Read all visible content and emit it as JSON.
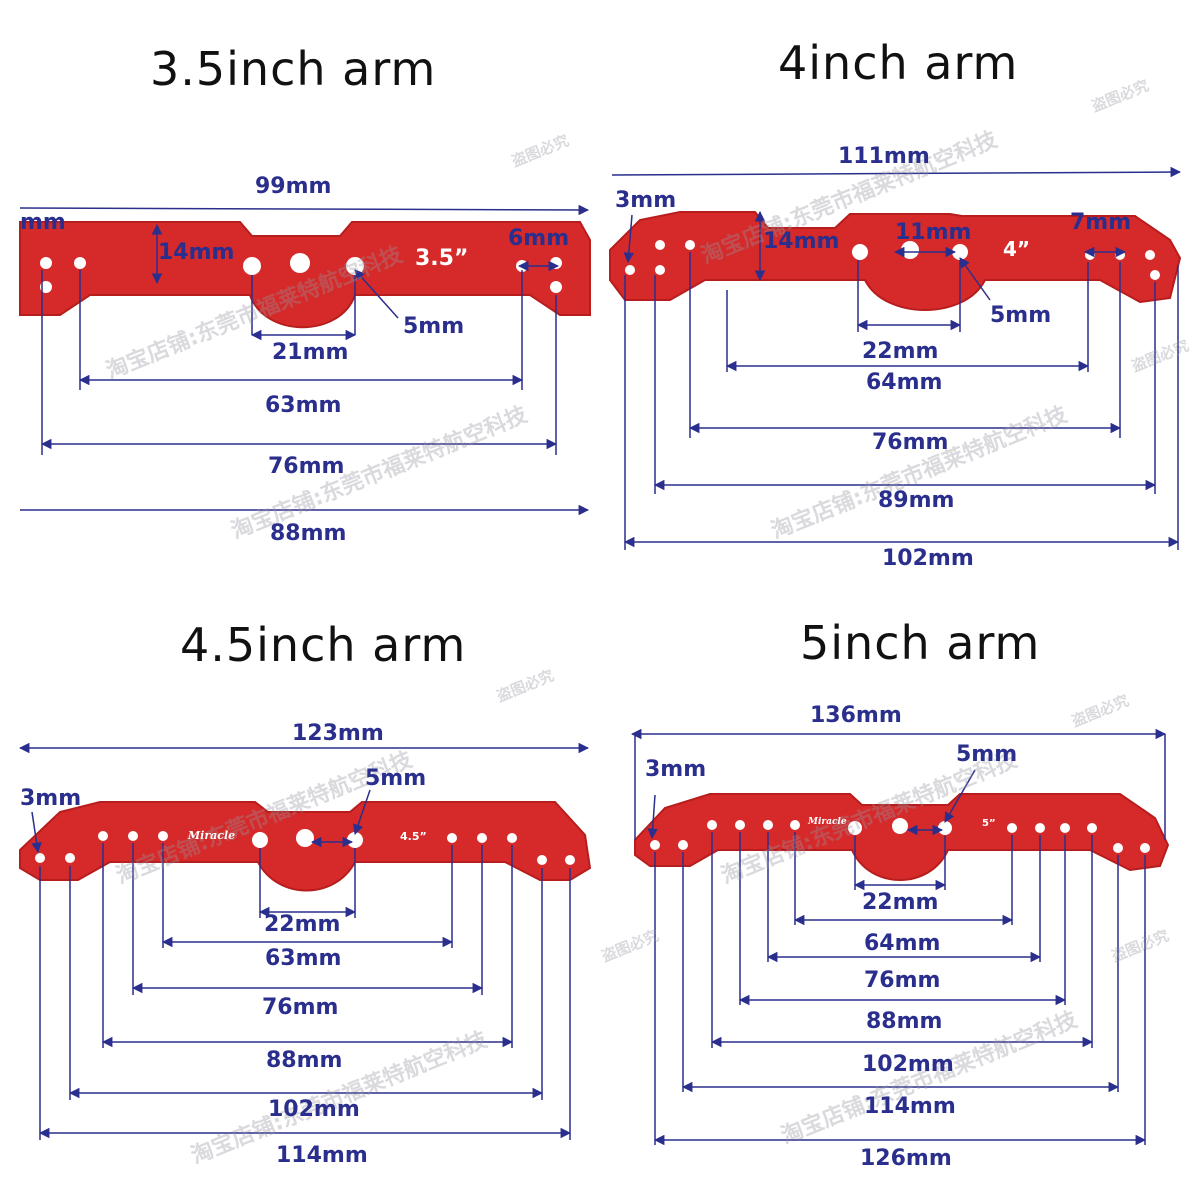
{
  "colors": {
    "plate": "#d62a2a",
    "plate_edge": "#b71d1d",
    "dimension": "#2a2e8c",
    "hole": "#ffffff"
  },
  "panels": {
    "p35": {
      "title": "3.5inch arm",
      "plate_label": "3.5”",
      "dims": {
        "overall": "99mm",
        "left_hole": "mm",
        "height": "14mm",
        "right_hole": "6mm",
        "center_hole": "5mm",
        "gap": "21mm",
        "d1": "63mm",
        "d2": "76mm",
        "d3": "88mm"
      }
    },
    "p4": {
      "title": "4inch arm",
      "plate_label": "4”",
      "dims": {
        "overall": "111mm",
        "left_hole": "3mm",
        "height": "14mm",
        "top_gap": "11mm",
        "right_hole": "7mm",
        "center_hole": "5mm",
        "gap": "22mm",
        "d1": "64mm",
        "d2": "76mm",
        "d3": "89mm",
        "d4": "102mm"
      }
    },
    "p45": {
      "title": "4.5inch arm",
      "plate_label": "4.5”",
      "brand": "Miracle",
      "dims": {
        "overall": "123mm",
        "left_hole": "3mm",
        "center_hole": "5mm",
        "gap": "22mm",
        "d1": "63mm",
        "d2": "76mm",
        "d3": "88mm",
        "d4": "102mm",
        "d5": "114mm"
      }
    },
    "p5": {
      "title": "5inch arm",
      "plate_label": "5”",
      "brand": "Miracle",
      "dims": {
        "overall": "136mm",
        "left_hole": "3mm",
        "center_hole": "5mm",
        "gap": "22mm",
        "d1": "64mm",
        "d2": "76mm",
        "d3": "88mm",
        "d4": "102mm",
        "d5": "114mm",
        "d6": "126mm"
      }
    }
  },
  "watermarks": {
    "short": "盗图必究",
    "long": "淘宝店铺:东莞市福莱特航空科技"
  }
}
